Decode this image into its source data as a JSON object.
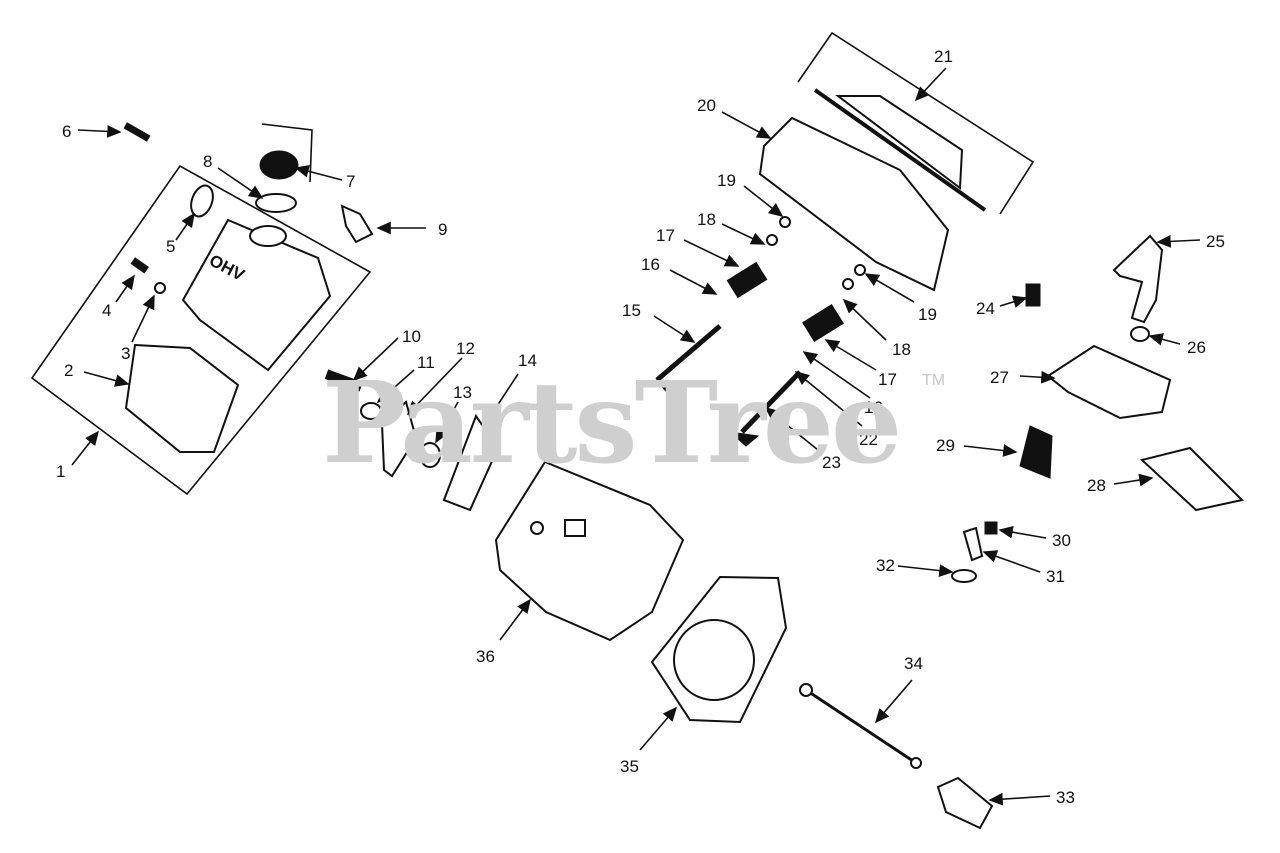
{
  "watermark": {
    "text": "PartsTree",
    "trademark": "TM"
  },
  "callouts": [
    "1",
    "2",
    "3",
    "4",
    "5",
    "6",
    "7",
    "8",
    "9",
    "10",
    "11",
    "12",
    "13",
    "14",
    "15",
    "16",
    "16",
    "17",
    "17",
    "18",
    "18",
    "19",
    "19",
    "20",
    "21",
    "22",
    "23",
    "24",
    "25",
    "26",
    "27",
    "28",
    "29",
    "30",
    "31",
    "32",
    "33",
    "34",
    "35",
    "36"
  ]
}
